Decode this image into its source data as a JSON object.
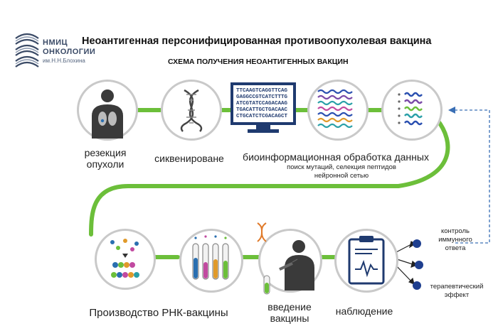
{
  "header": {
    "logo_line1": "НМИЦ",
    "logo_line2": "ОНКОЛОГИИ",
    "logo_line3": "им.Н.Н.Блохина",
    "title": "Неоантигенная персонифицированная противоопухолевая вакцина",
    "subtitle": "СХЕМА ПОЛУЧЕНИЯ НЕОАНТИГЕННЫХ ВАКЦИН"
  },
  "steps": {
    "resection_1": "резекция",
    "resection_2": "опухоли",
    "sequencing": "сиквенироване",
    "bioinfo": "биоинформационная обработка данных",
    "bioinfo_sub1": "поиск мутаций, селекция пептидов",
    "bioinfo_sub2": "нейронной сетью",
    "production": "Производство РНК-вакцины",
    "injection_1": "введение",
    "injection_2": "вакцины",
    "observation": "наблюдение"
  },
  "outcomes": {
    "immune_1": "контроль",
    "immune_2": "иммунного",
    "immune_3": "ответа",
    "therapeutic_1": "терапевтический",
    "therapeutic_2": "эффект"
  },
  "sequence_lines": [
    "TTCAAGTCAGGTTCAG",
    "GAGGCCGTCATCTTTG",
    "ATCGTATCCAGACAAG",
    "TGACATTGCTGACAAC",
    "CTGCATCTCGACAGCT"
  ],
  "colors": {
    "connector": "#6cbf3a",
    "circle_border": "#c9c9c9",
    "dot": "#1f3f8f",
    "feedback": "#3a6fb5"
  }
}
